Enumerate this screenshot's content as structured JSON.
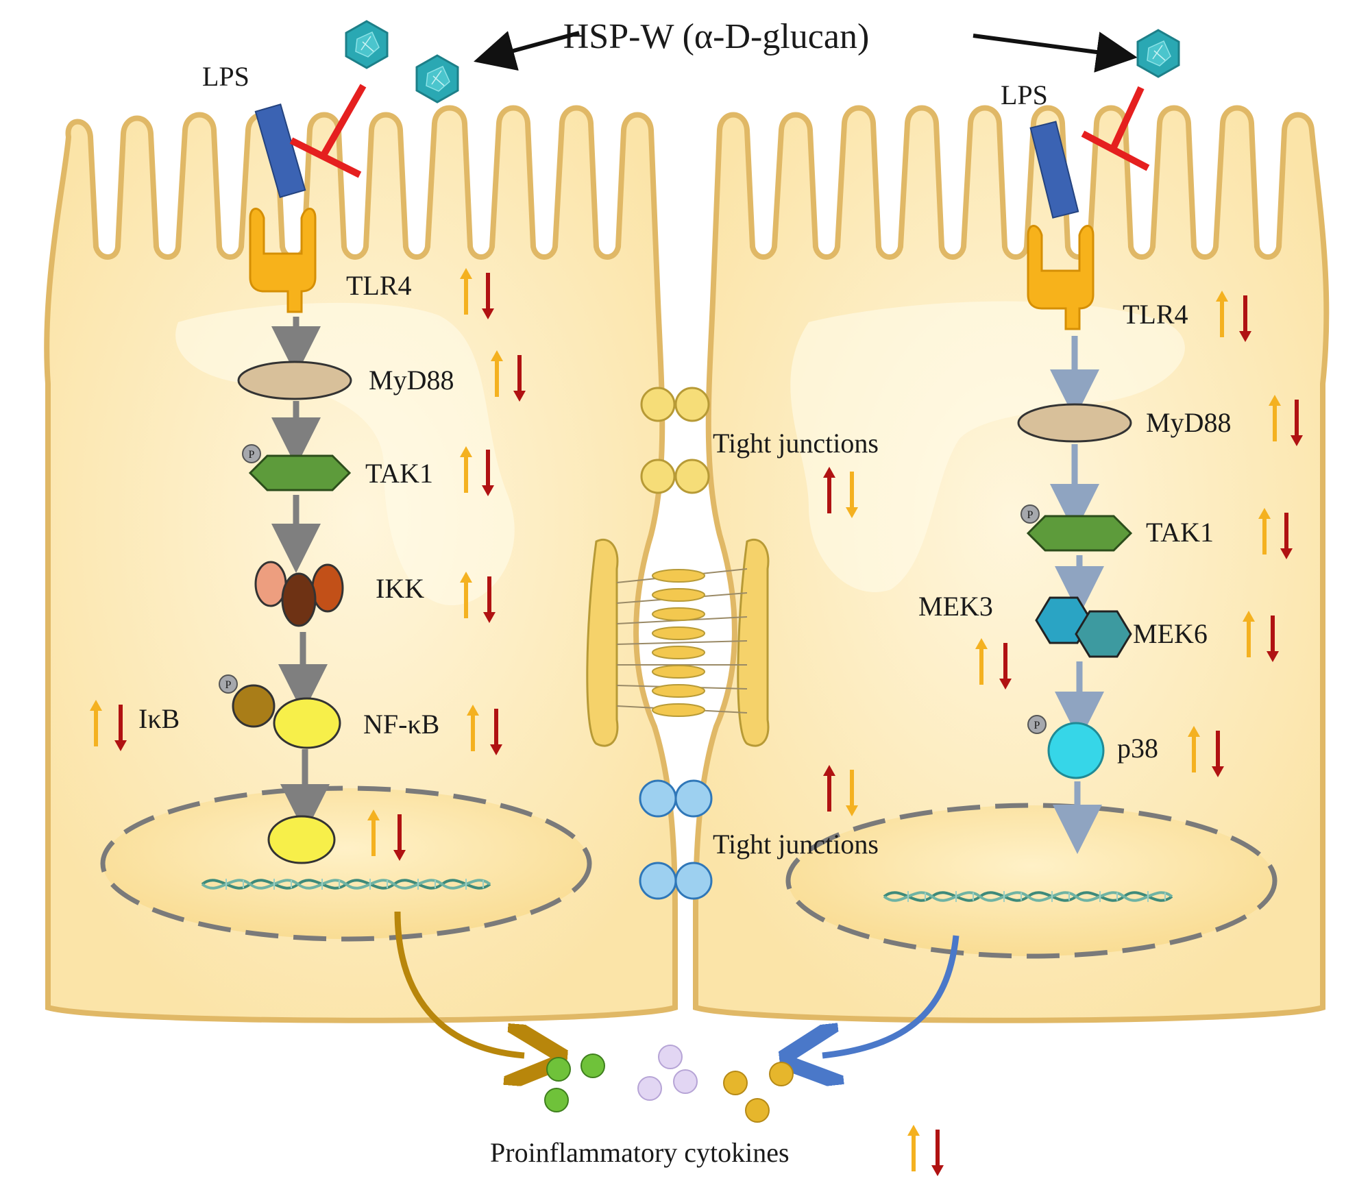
{
  "title": "HSP-W (α-D-glucan)",
  "labels": {
    "lps_left": "LPS",
    "lps_right": "LPS",
    "tlr4_left": "TLR4",
    "myd88_left": "MyD88",
    "tak1_left": "TAK1",
    "ikk": "IKK",
    "nfkb": "NF-κB",
    "ikb": "IκB",
    "tlr4_right": "TLR4",
    "myd88_right": "MyD88",
    "tak1_right": "TAK1",
    "mek3": "MEK3",
    "mek6": "MEK6",
    "p38": "p38",
    "tight_junctions_top": "Tight junctions",
    "tight_junctions_bottom": "Tight junctions",
    "cytokines": "Proinflammatory cytokines",
    "phospho": "P"
  },
  "colors": {
    "cell_fill": "#fbe7b3",
    "cell_outline": "#e0b866",
    "lps_blue": "#3b63b3",
    "inhibit_red": "#e51f1f",
    "tlr4_orange": "#f7b21b",
    "myd88_tan": "#d8c09a",
    "tak1_green": "#5d9b3b",
    "nfkb_yellow": "#f7ef4a",
    "mek_teal": "#2aa4c4",
    "p38_cyan": "#36d6e8",
    "arrow_up_orange": "#f4b120",
    "arrow_down_red": "#b01212",
    "nucleus_dash": "#7a7a7a",
    "cytokine_arrow_gold": "#b8860b",
    "cytokine_arrow_blue": "#4a78c9"
  }
}
